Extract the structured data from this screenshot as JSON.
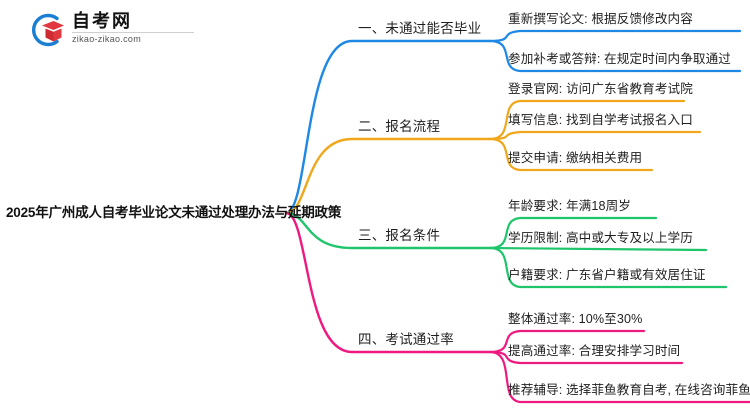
{
  "logo": {
    "name": "自考网",
    "url": "zikao-zikao.com",
    "mark_blue": "#1A7FD4",
    "mark_red": "#E0383E"
  },
  "mindmap": {
    "root": "2025年广州成人自考毕业论文未通过处理办法与延期政策",
    "branches": [
      {
        "label": "一、未通过能否毕业",
        "color": "#1E88E5",
        "leaves": [
          "重新撰写论文: 根据反馈修改内容",
          "参加补考或答辩: 在规定时间内争取通过"
        ]
      },
      {
        "label": "二、报名流程",
        "color": "#F0A71B",
        "leaves": [
          "登录官网: 访问广东省教育考试院",
          "填写信息: 找到自学考试报名入口",
          "提交申请: 缴纳相关费用"
        ]
      },
      {
        "label": "三、报名条件",
        "color": "#1FC56B",
        "leaves": [
          "年龄要求: 年满18周岁",
          "学历限制: 高中或大专及以上学历",
          "户籍要求: 广东省户籍或有效居住证"
        ]
      },
      {
        "label": "四、考试通过率",
        "color": "#EF1A80",
        "leaves": [
          "整体通过率: 10%至30%",
          "提高通过率: 合理安排学习时间",
          "推荐辅导: 选择菲鱼教育自考, 在线咨询菲鱼老师"
        ]
      }
    ]
  }
}
